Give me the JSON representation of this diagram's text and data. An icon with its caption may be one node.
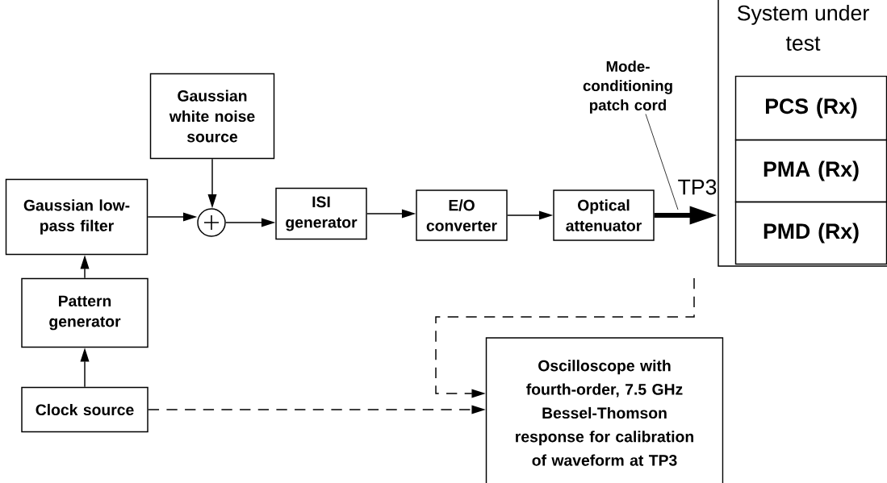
{
  "diagram": {
    "nodes": [
      {
        "text": [
          "Gaussian white noise source"
        ]
      },
      {
        "text": [],
        "shape": "circle"
      },
      {
        "text": [
          "Gaussian low-pass filter"
        ]
      },
      {
        "text": [
          "ISI generator"
        ]
      },
      {
        "text": [
          "E/O converter"
        ]
      },
      {
        "text": [
          "Optical attenuator"
        ]
      },
      {
        "text": [
          "System under test"
        ]
      },
      {
        "text": [
          "PCS (Rx)"
        ],
        "in": 6
      },
      {
        "text": [
          "PMA (Rx)"
        ],
        "in": 6
      },
      {
        "text": [
          "PMD (Rx)"
        ],
        "in": 6
      },
      {
        "text": [
          "Pattern generator"
        ]
      },
      {
        "text": [
          "Clock source"
        ]
      },
      {
        "text": [
          "Oscilloscope with fourth-order, 7.5 GHz Bessel-Thomson response for calibration of waveform at TP3"
        ]
      },
      {
        "text": [
          "Mode-conditioning patch cord"
        ]
      }
    ],
    "edges": [
      {
        "from": 0,
        "to": 1,
        "arrow": "to"
      },
      {
        "from": 2,
        "to": 1,
        "arrow": "to"
      },
      {
        "from": 1,
        "to": 3,
        "arrow": "to"
      },
      {
        "from": 3,
        "to": 4,
        "arrow": "to"
      },
      {
        "from": 4,
        "to": 5,
        "arrow": "to"
      },
      {
        "from": 5,
        "to": 6,
        "arrow": "to",
        "style": "thick"
      },
      {
        "from": 11,
        "to": 10,
        "arrow": "to"
      },
      {
        "from": 10,
        "to": 2,
        "arrow": "to"
      },
      {
        "from": 11,
        "to": 12,
        "arrow": "to",
        "style": "dashed"
      },
      {
        "from": null,
        "to": 12,
        "arrow": "to",
        "style": "dashed"
      },
      {
        "from": 13,
        "to": null,
        "arrow": "none"
      }
    ],
    "labels": [
      "TP3"
    ]
  }
}
